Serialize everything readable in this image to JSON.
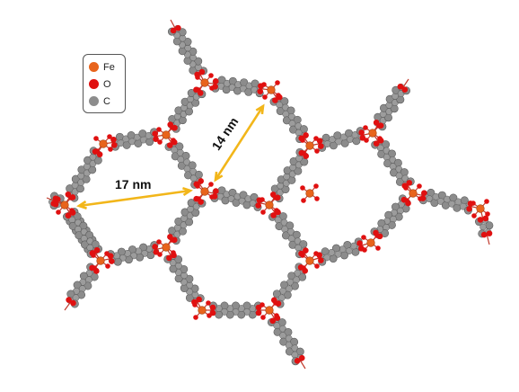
{
  "legend": {
    "items": [
      {
        "label": "Fe",
        "color": "#e8641c"
      },
      {
        "label": "O",
        "color": "#e01010"
      },
      {
        "label": "C",
        "color": "#8c8c8c"
      }
    ]
  },
  "annotations": {
    "distance_horizontal": "17 nm",
    "distance_diagonal": "14 nm"
  },
  "colors": {
    "iron": "#e8641c",
    "oxygen": "#e01010",
    "carbon": "#8c8c8c",
    "arrow": "#f2b61a"
  }
}
